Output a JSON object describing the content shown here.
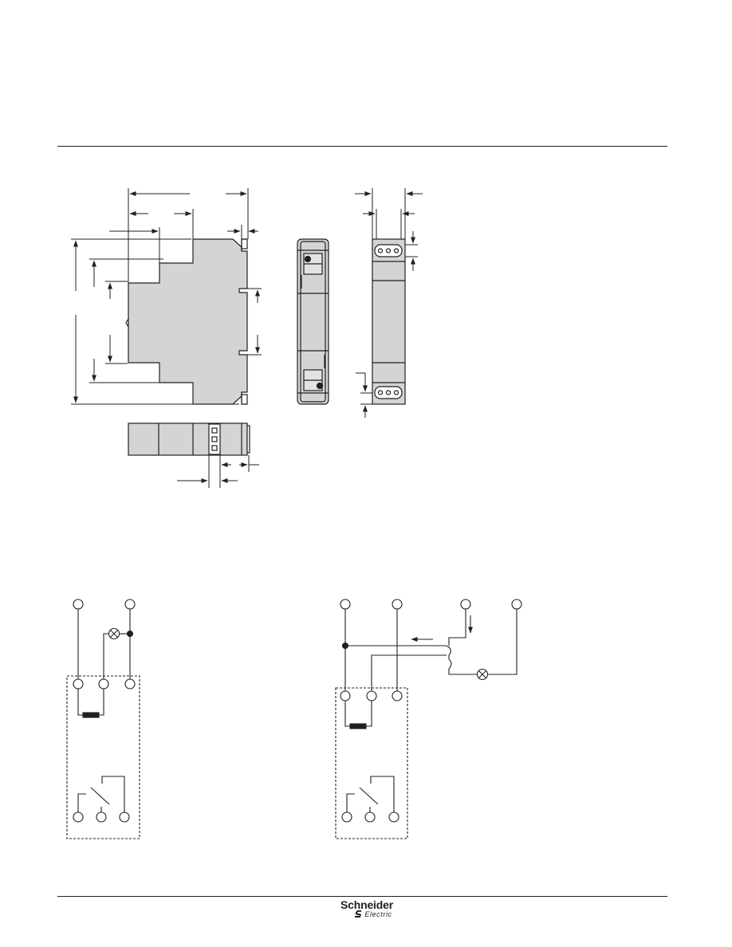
{
  "page": {
    "background": "#ffffff"
  },
  "colors": {
    "line": "#231f20",
    "fill": "#d4d4d4",
    "coil": "#231f20"
  },
  "figures": {
    "dimension_drawing": {
      "views": [
        "front",
        "front-face",
        "side",
        "top"
      ]
    },
    "wiring_diagram_1": {
      "terminals_top": 2,
      "device_terminals_top": 3,
      "device_terminals_bottom": 3,
      "icons": [
        "lamp-icon",
        "coil-icon",
        "relay-contact-icon"
      ]
    },
    "wiring_diagram_2": {
      "terminals_top": 4,
      "device_terminals_top": 3,
      "device_terminals_bottom": 3,
      "icons": [
        "lamp-icon",
        "coil-icon",
        "relay-contact-icon",
        "arrow-icon"
      ]
    }
  },
  "footer": {
    "logo": {
      "name": "Schneider",
      "sub": "Electric"
    },
    "logo_icon": "schneider-electric-logo-icon"
  }
}
